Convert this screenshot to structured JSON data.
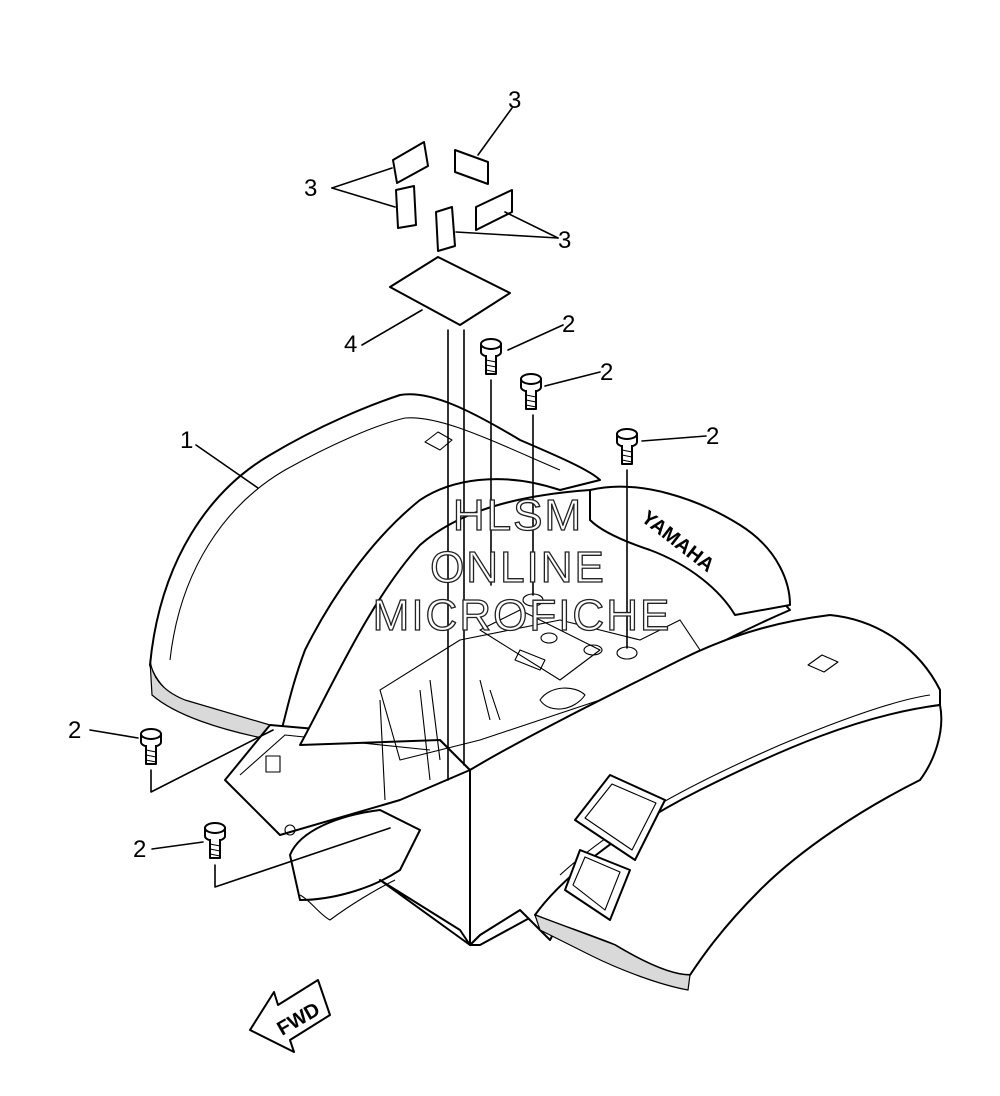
{
  "callouts": {
    "fender": "1",
    "bolt": "2",
    "decal_small": "3",
    "decal_large": "4"
  },
  "brand_text": "YAMAHA",
  "direction_label": "FWD",
  "watermark": {
    "line1": "HLSM",
    "line2": "ONLINE",
    "line3": "MICROFICHE"
  }
}
